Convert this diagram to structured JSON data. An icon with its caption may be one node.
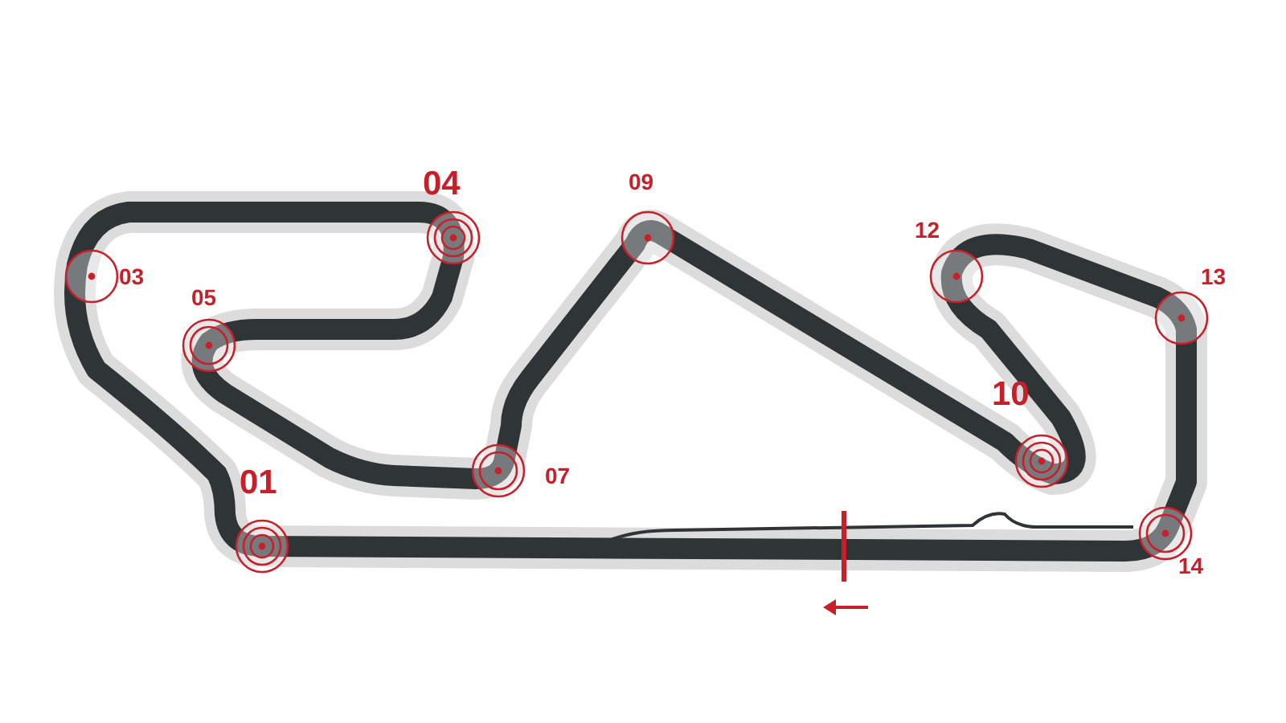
{
  "diagram": {
    "labels": [
      "04",
      "09",
      "12",
      "03",
      "13",
      "05",
      "10",
      "07",
      "01",
      "14"
    ]
  }
}
